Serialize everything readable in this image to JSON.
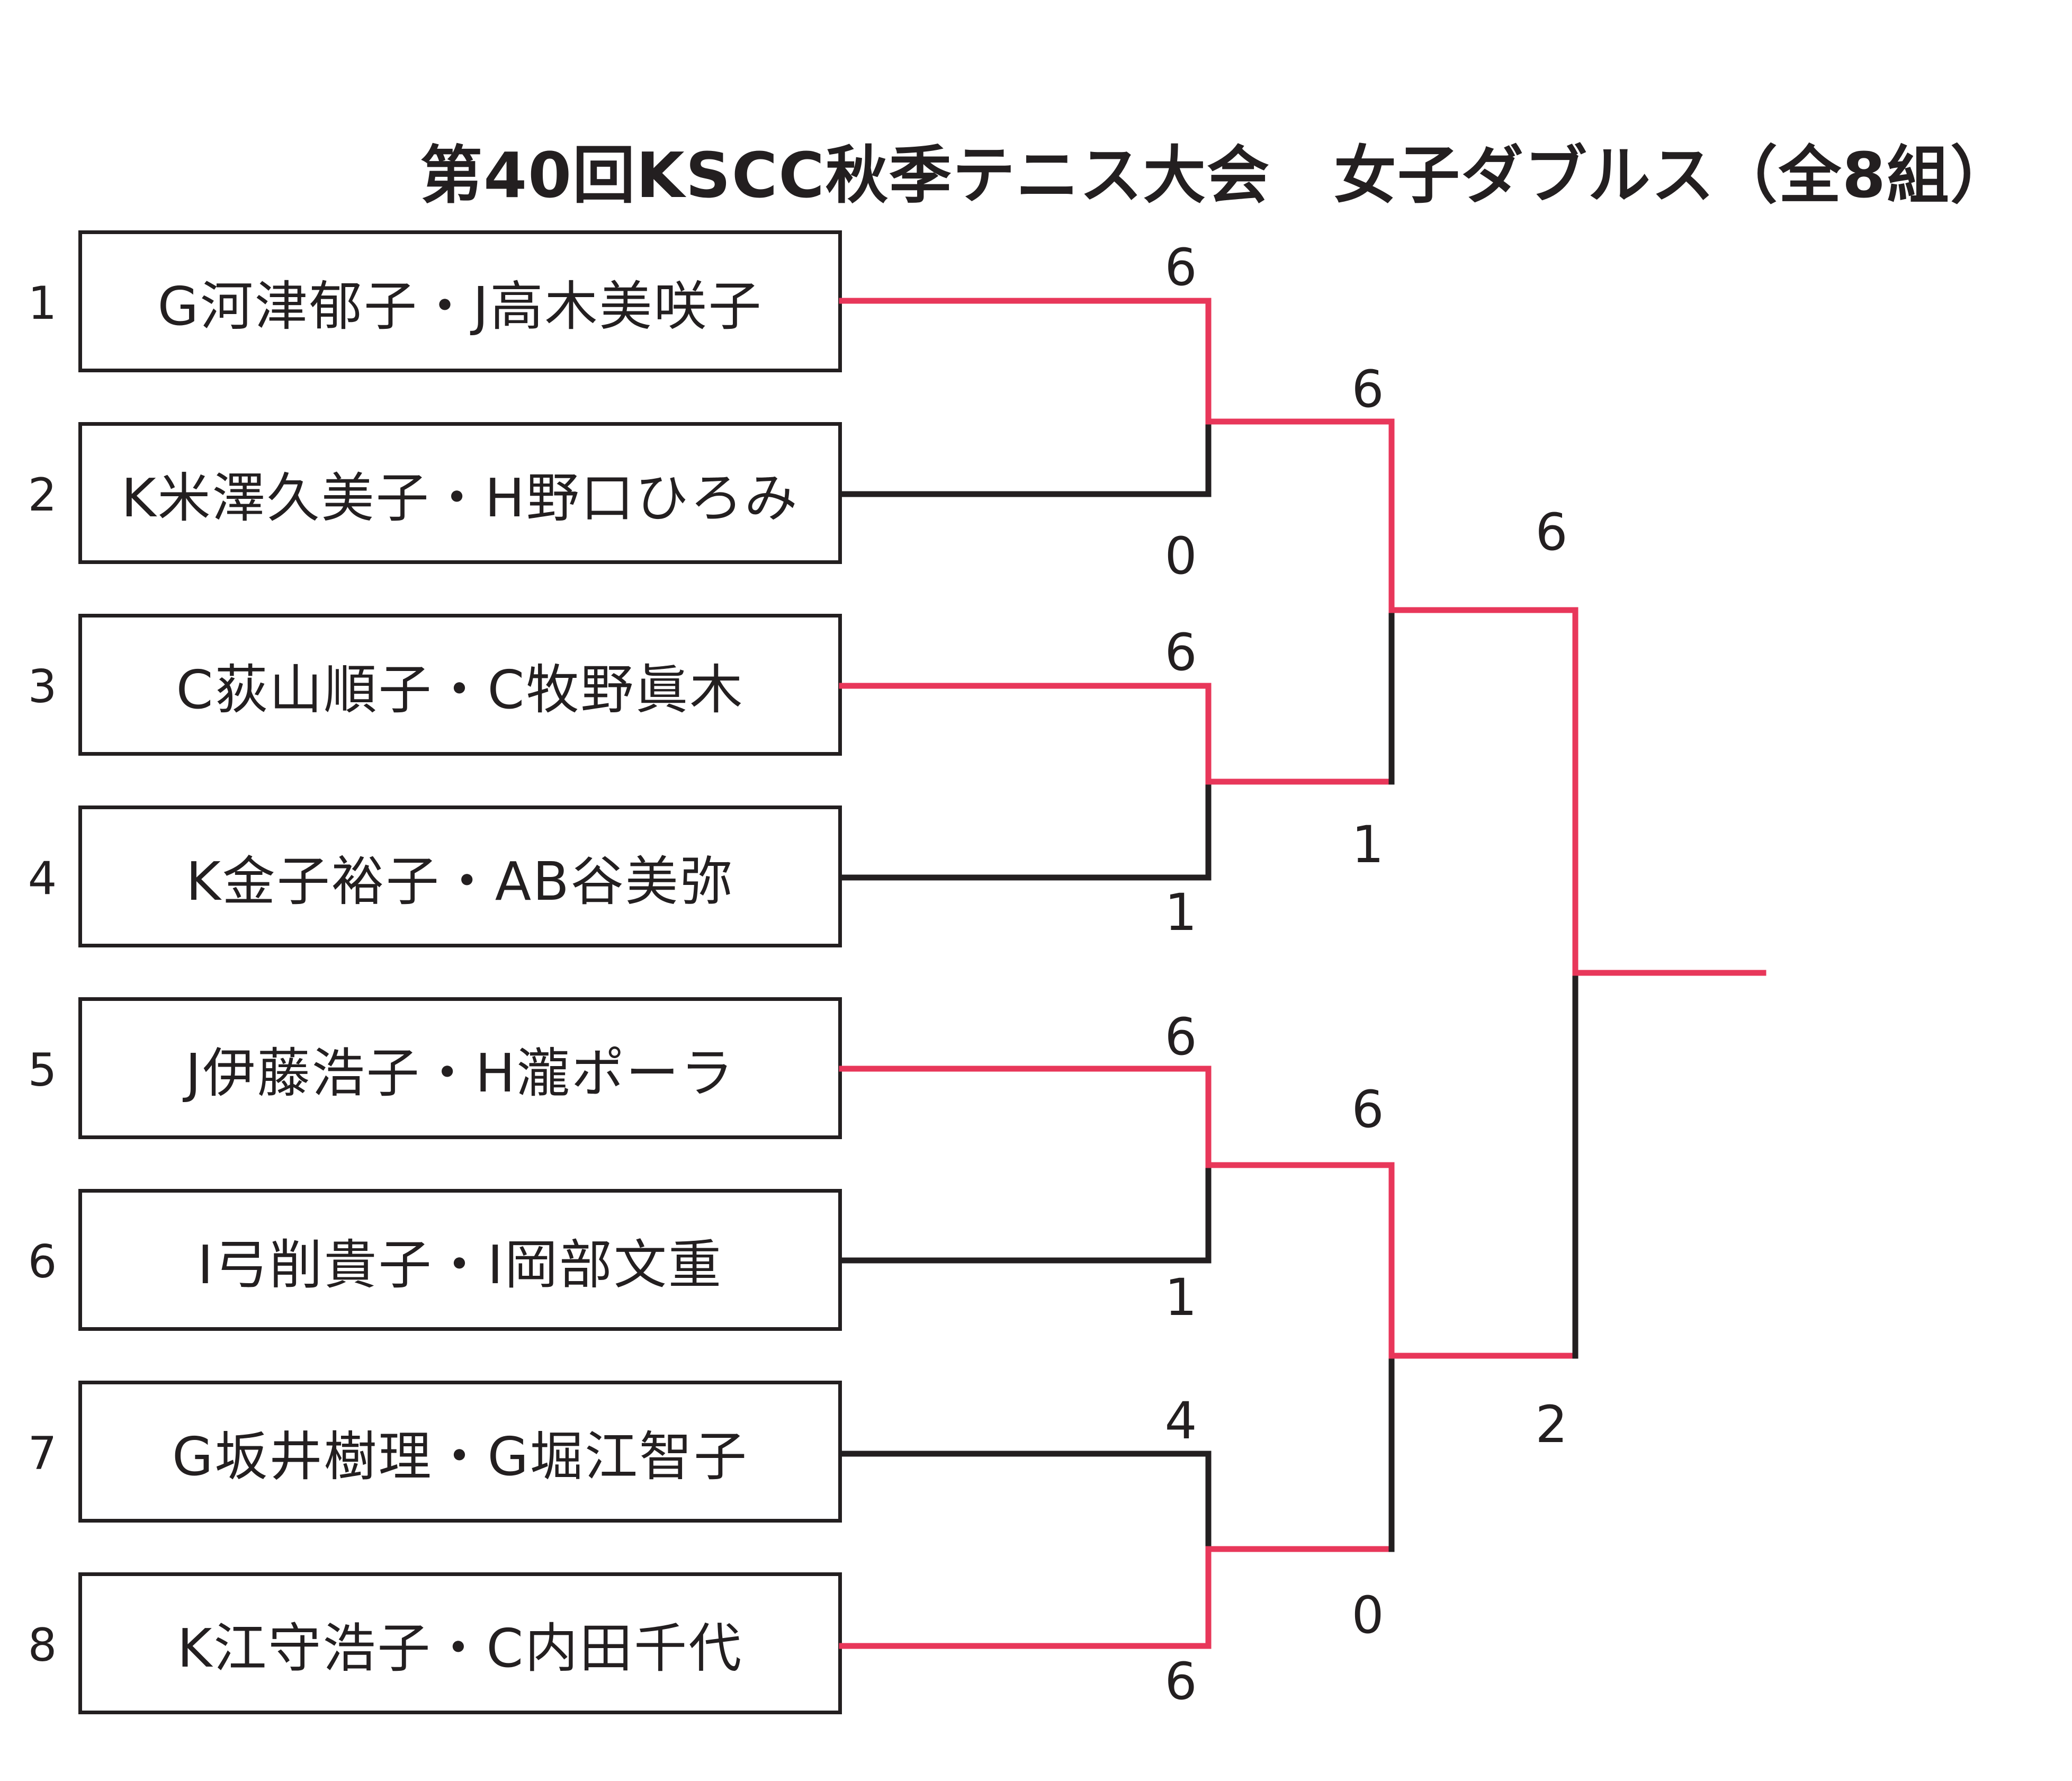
{
  "title": "第40回KSCC秋季テニス大会　女子ダブルス（全8組）",
  "colors": {
    "winner_line": "#e8375a",
    "loser_line": "#231f20"
  },
  "entries": [
    {
      "seed": "1",
      "name": "G河津郁子・J高木美咲子"
    },
    {
      "seed": "2",
      "name": "K米澤久美子・H野口ひろみ"
    },
    {
      "seed": "3",
      "name": "C荻山順子・C牧野眞木"
    },
    {
      "seed": "4",
      "name": "K金子裕子・AB谷美弥"
    },
    {
      "seed": "5",
      "name": "J伊藤浩子・H瀧ポーラ"
    },
    {
      "seed": "6",
      "name": "I弓削貴子・I岡部文重"
    },
    {
      "seed": "7",
      "name": "G坂井樹理・G堀江智子"
    },
    {
      "seed": "8",
      "name": "K江守浩子・C内田千代"
    }
  ],
  "round1": [
    {
      "top": "6",
      "bottom": "0"
    },
    {
      "top": "6",
      "bottom": "1"
    },
    {
      "top": "6",
      "bottom": "1"
    },
    {
      "top": "4",
      "bottom": "6"
    }
  ],
  "semifinals": [
    {
      "top": "6",
      "bottom": "1"
    },
    {
      "top": "6",
      "bottom": "0"
    }
  ],
  "final": {
    "top": "6",
    "bottom": "2"
  }
}
